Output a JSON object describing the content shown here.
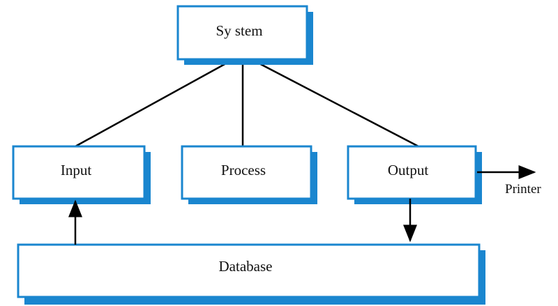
{
  "nodes": {
    "system": "Sy stem",
    "input": "Input",
    "process": "Process",
    "output": "Output",
    "database": "Database"
  },
  "external": {
    "printer": "Printer"
  },
  "colors": {
    "box_border": "#1a86cf",
    "box_shadow": "#1a86cf",
    "box_fill": "#ffffff",
    "line": "#000000",
    "text": "#111111"
  }
}
